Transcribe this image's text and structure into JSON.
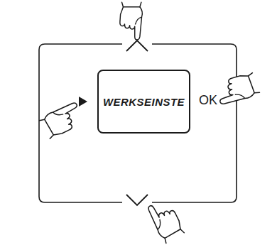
{
  "diagram": {
    "nodes": [
      {
        "text": [
          "OK"
        ]
      },
      {
        "text": [
          "WERKSEINSTE"
        ],
        "in": 0
      }
    ]
  }
}
